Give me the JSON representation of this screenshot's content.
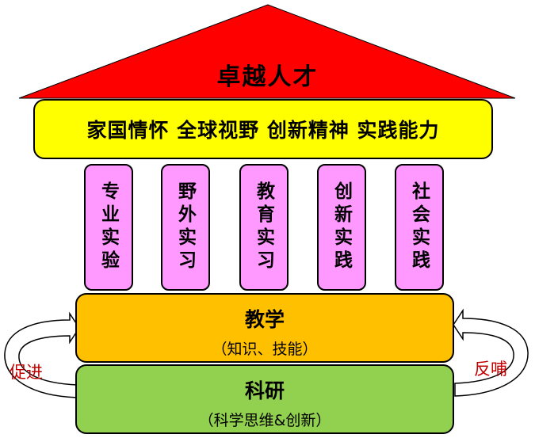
{
  "roof": {
    "title": "卓越人才",
    "color": "#ff0000"
  },
  "beam": {
    "text": "家国情怀  全球视野  创新精神  实践能力",
    "color": "#ffff00"
  },
  "pillars": [
    {
      "label": "专业实验"
    },
    {
      "label": "野外实习"
    },
    {
      "label": "教育实习"
    },
    {
      "label": "创新实践"
    },
    {
      "label": "社会实践"
    }
  ],
  "pillar_color": "#ff99ff",
  "teaching": {
    "title": "教学",
    "subtitle": "（知识、技能）",
    "color": "#ffc000"
  },
  "research": {
    "title": "科研",
    "subtitle": "（科学思维&创新）",
    "color": "#92d050"
  },
  "arrows": {
    "left_label": "促进",
    "right_label": "反哺",
    "label_color": "#c00000"
  }
}
